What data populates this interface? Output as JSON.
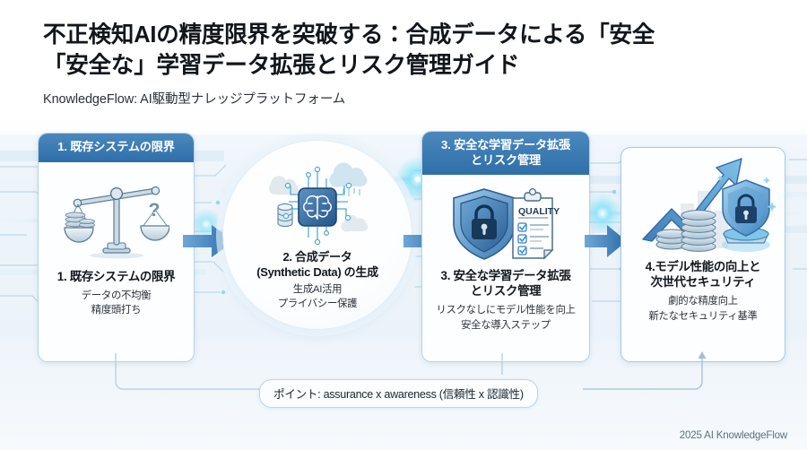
{
  "header": {
    "title_line1": "不正検知AIの精度限界を突破する：合成データによる「安全",
    "title_line2": "「安全な」学習データ拡張とリスク管理ガイド",
    "subtitle": "KnowledgeFlow: AI駆動型ナレッジプラットフォーム"
  },
  "flow": {
    "steps": [
      {
        "id": "step-1",
        "shape": "card",
        "header": "1. 既存システムの限界",
        "title": "1. 既存システムの限界",
        "desc_line1": "データの不均衡",
        "desc_line2": "精度頭打ち",
        "icon": "balance-scale-icon"
      },
      {
        "id": "step-2",
        "shape": "circle",
        "header": "",
        "title_line1": "2. 合成データ",
        "title_line2": "(Synthetic Data) の生成",
        "desc_line1": "生成AI活用",
        "desc_line2": "プライバシー保護",
        "icon": "ai-chip-brain-icon"
      },
      {
        "id": "step-3",
        "shape": "card",
        "header_line1": "3. 安全な学習データ拡張",
        "header_line2": "とリスク管理",
        "title_line1": "3. 安全な学習データ拡張",
        "title_line2": "とリスク管理",
        "desc_line1": "リスクなしにモデル性能を向上",
        "desc_line2": "安全な導入ステップ",
        "icon": "shield-lock-quality-checklist-icon",
        "clipboard_label": "QUALITY"
      },
      {
        "id": "step-4",
        "shape": "card",
        "title_line1": "4.モデル性能の向上と",
        "title_line2": "次世代セキュリティ",
        "desc_line1": "劇的な精度向上",
        "desc_line2": "新たなセキュリティ基準",
        "icon": "growth-arrow-coins-shield-icon"
      }
    ],
    "arrows": [
      "arrow-1-to-2",
      "arrow-2-to-3",
      "arrow-3-to-4"
    ]
  },
  "footnote": {
    "text": "ポイント: assurance x awareness (信頼性 x 認識性)"
  },
  "credit": {
    "text": "2025 AI KnowledgeFlow"
  },
  "colors": {
    "header_bar": "#3a7ab8",
    "arrow": "#3e7fc0",
    "card_border": "#b9d2e6",
    "accent_glow": "#5fd8f5"
  }
}
